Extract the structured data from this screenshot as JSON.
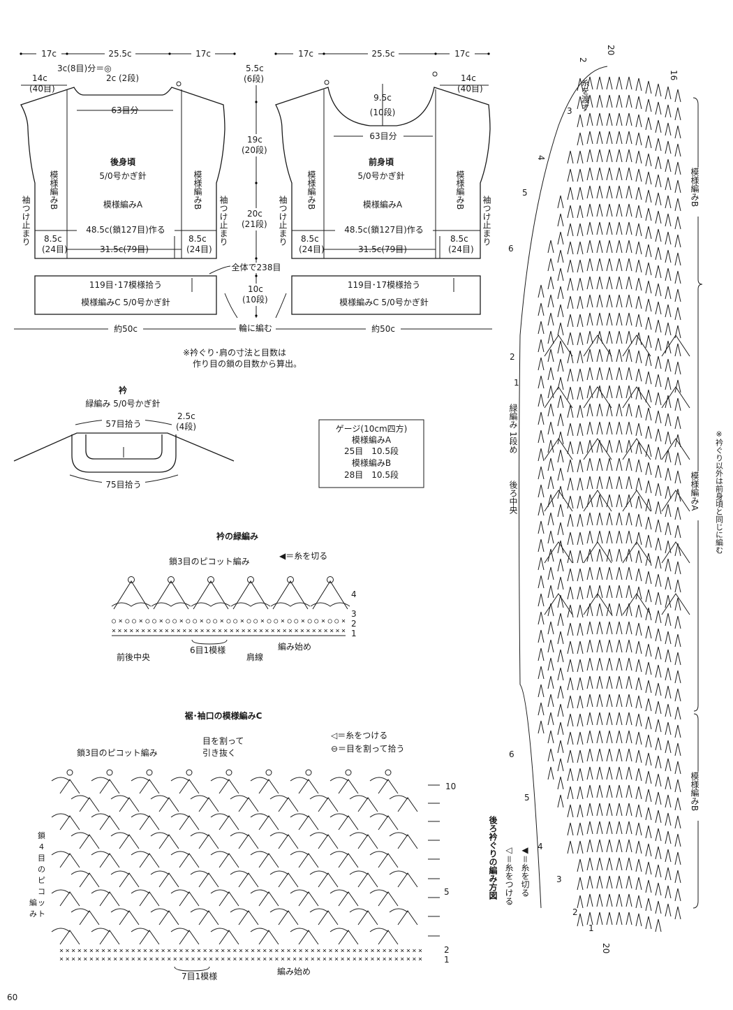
{
  "back": {
    "title": "後身頃",
    "hook": "5/0号かぎ針",
    "pattern_a": "模様編みA",
    "top_dims": [
      "17c",
      "25.5c",
      "17c"
    ],
    "shoulder": "14c",
    "shoulder_rows": "(40目)",
    "neck_mark": "3c(8目)分＝◎",
    "neck_depth": "2c",
    "neck_depth_rows": "(2段)",
    "neck_stitches": "63目分",
    "side_pattern_b": "模様編みB",
    "sleeve_stop": "袖つけ止まり",
    "foundation": "48.5c(鎖127目)作る",
    "center": "31.5c(79目)",
    "corner": "8.5c",
    "corner_rows": "(24目)",
    "hem_pickup": "119目･17模様拾う",
    "hem_pattern": "模様編みC 5/0号かぎ針",
    "width": "約50c"
  },
  "front": {
    "title": "前身頃",
    "hook": "5/0号かぎ針",
    "pattern_a": "模様編みA",
    "top_dims": [
      "17c",
      "25.5c",
      "17c"
    ],
    "shoulder": "14c",
    "shoulder_rows": "(40目)",
    "neck_depth": "9.5c",
    "neck_depth_rows": "(10段)",
    "neck_stitches": "63目分",
    "side_pattern_b": "模様編みB",
    "sleeve_stop": "袖つけ止まり",
    "foundation": "48.5c(鎖127目)作る",
    "center": "31.5c(79目)",
    "corner": "8.5c",
    "corner_rows": "(24目)",
    "hem_pickup": "119目･17模様拾う",
    "hem_pattern": "模様編みC 5/0号かぎ針",
    "width": "約50c"
  },
  "middle": {
    "d1": "5.5c",
    "d1_rows": "(6段)",
    "d2": "19c",
    "d2_rows": "(20段)",
    "d3": "20c",
    "d3_rows": "(21段)",
    "total": "全体で238目",
    "d4": "10c",
    "d4_rows": "(10段)",
    "round": "輪に編む"
  },
  "note": [
    "※衿ぐり･肩の寸法と目数は",
    "作り目の鎖の目数から算出。"
  ],
  "collar": {
    "title": "衿",
    "sub": "緑編み 5/0号かぎ針",
    "top": "57目拾う",
    "bottom": "75目拾う",
    "depth": "2.5c",
    "depth_rows": "(4段)"
  },
  "gauge": {
    "lines": [
      "ゲージ(10cm四方)",
      "模様編みA",
      "25目　10.5段",
      "模様編みB",
      "28目　10.5段"
    ]
  },
  "collar_edge": {
    "title": "衿の緑編み",
    "picot": "鎖3目のピコット編み",
    "cut": "◀＝糸を切る",
    "rows": [
      "4",
      "3",
      "2",
      "1"
    ],
    "center": "前後中央",
    "repeat": "6目1模様",
    "shoulder_line": "肩線",
    "start": "編み始め"
  },
  "pattern_c": {
    "title": "裾･袖口の模様編みC",
    "join": "◁＝糸をつける",
    "split_pick": "⊖＝目を割って拾う",
    "split_note": [
      "目を割って",
      "引き抜く"
    ],
    "picot": "鎖3目のピコット編み",
    "chain_note": [
      "鎖",
      "4",
      "目",
      "の",
      "ピ",
      "コ",
      "ッ",
      "ト",
      "編",
      "み"
    ],
    "rows": [
      "10",
      "5",
      "2",
      "1"
    ],
    "repeat": "7目1模様",
    "start": "編み始め"
  },
  "neckline": {
    "title": "後ろ衿ぐりの編み方図",
    "join": "◁＝糸をつける",
    "cut": "◀＝糸を切る",
    "pattern_b": "模様編みB",
    "pattern_a": "模様編みA",
    "edge_row": "緑編み 1段め",
    "back_center": "後ろ中央",
    "carry": "糸を渡す",
    "side_note": "※衿ぐり以外は前身頃と同じに編む",
    "rows_top": [
      "2",
      "20",
      "16",
      "3",
      "4",
      "5",
      "6"
    ],
    "rows_mid": [
      "2",
      "1"
    ],
    "rows_bot": [
      "6",
      "5",
      "4",
      "3",
      "2",
      "1",
      "20"
    ]
  },
  "page_number": "60"
}
